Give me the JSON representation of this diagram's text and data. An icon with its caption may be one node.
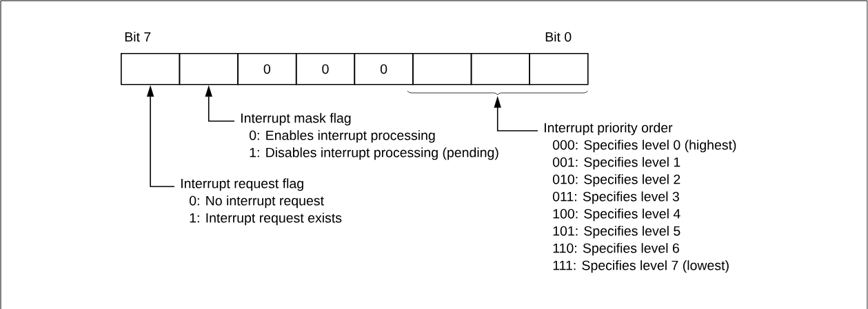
{
  "diagram": {
    "nodes": [
      {
        "text": [],
        "shape": "box"
      },
      {
        "text": [],
        "shape": "box"
      },
      {
        "text": [
          "0"
        ]
      },
      {
        "text": [
          "0"
        ]
      },
      {
        "text": [
          "0"
        ]
      },
      {
        "text": [],
        "shape": "box"
      },
      {
        "text": [],
        "shape": "box"
      },
      {
        "text": [],
        "shape": "box"
      },
      {
        "text": [
          "Interrupt mask flag",
          "0: Enables interrupt processing",
          "1: Disables interrupt processing (pending)"
        ]
      },
      {
        "text": [
          "Interrupt request flag",
          "0: No interrupt request",
          "1: Interrupt request exists"
        ]
      },
      {
        "text": [
          "Interrupt priority order",
          "000: Specifies level 0 (highest)",
          "001: Specifies level 1",
          "010: Specifies level 2",
          "011: Specifies level 3",
          "100: Specifies level 4",
          "101: Specifies level 5",
          "110: Specifies level 6",
          "111: Specifies level 7 (lowest)"
        ]
      },
      {
        "text": [],
        "shape": "bracket"
      }
    ],
    "edges": [
      {
        "from": 8,
        "to": 1,
        "arrow": "to"
      },
      {
        "from": 9,
        "to": 0,
        "arrow": "to"
      },
      {
        "from": 10,
        "to": 11,
        "arrow": "to"
      }
    ],
    "labels": [
      "Bit 7",
      "Bit 0"
    ]
  }
}
